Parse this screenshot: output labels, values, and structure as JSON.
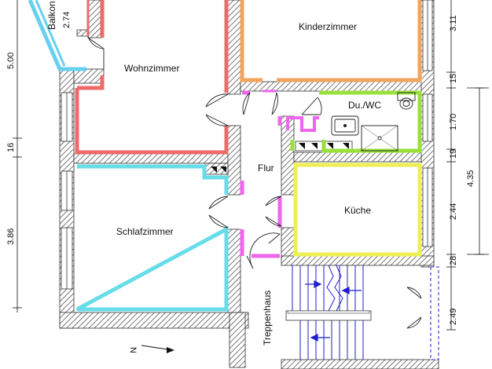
{
  "colors": {
    "wall_hatch": "#555555",
    "wohnzimmer": "#ee6a6a",
    "kinderzimmer": "#f2a35e",
    "schlafzimmer": "#66dde8",
    "balkon": "#66d0ee",
    "flur": "#ee66ee",
    "bad": "#99e03a",
    "kueche": "#eeee55",
    "stairs": "#1f1fd0",
    "dimension": "#111111"
  },
  "rooms": {
    "balkon": "Balkon",
    "wohnzimmer": "Wohnzimmer",
    "kinderzimmer": "Kinderzimmer",
    "du_wc": "Du./WC",
    "flur": "Flur",
    "schlafzimmer": "Schlafzimmer",
    "kueche": "Küche",
    "treppenhaus": "Treppenhaus"
  },
  "dimensions": {
    "left": [
      "5.00",
      "16",
      "3.86"
    ],
    "balkon_depth": "2.74",
    "right_inner": [
      "3.11",
      "15",
      "1.70",
      "19",
      "2.44",
      "28",
      "2.49"
    ],
    "right_outer": "4.35"
  },
  "north_arrow": "N",
  "icons": [
    "toilet-icon",
    "washbasin-icon",
    "shower-tray-icon",
    "door-swing-icon",
    "stair-arrow-icon"
  ]
}
